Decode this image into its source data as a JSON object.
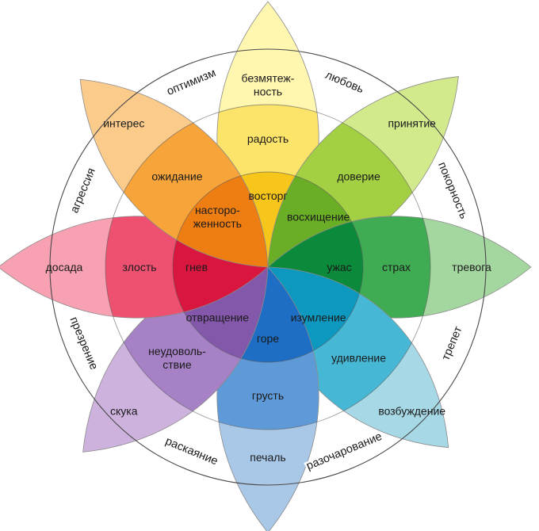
{
  "petals": [
    {
      "id": "joy",
      "outer": "безмятеж-|ность",
      "middle": "радость",
      "inner": "восторг",
      "colors": [
        "#fff6b0",
        "#fce46a",
        "#f6c61a"
      ]
    },
    {
      "id": "trust",
      "outer": "принятие",
      "middle": "доверие",
      "inner": "восхищение",
      "colors": [
        "#d3ea8c",
        "#a3d042",
        "#6aae26"
      ]
    },
    {
      "id": "fear",
      "outer": "тревога",
      "middle": "страх",
      "inner": "ужас",
      "colors": [
        "#a4d6a0",
        "#3fac54",
        "#0a8a3a"
      ]
    },
    {
      "id": "surprise",
      "outer": "возбуждение",
      "middle": "удивление",
      "inner": "изумление",
      "colors": [
        "#a6d8e6",
        "#46b8d6",
        "#0d98c0"
      ]
    },
    {
      "id": "sadness",
      "outer": "печаль",
      "middle": "грусть",
      "inner": "горе",
      "colors": [
        "#a9c8e8",
        "#5f9ad8",
        "#1d6ec4"
      ]
    },
    {
      "id": "disgust",
      "outer": "скука",
      "middle": "неудоволь-|ствие",
      "inner": "отвращение",
      "colors": [
        "#cdb2de",
        "#a681c6",
        "#8357aa"
      ]
    },
    {
      "id": "anger",
      "outer": "досада",
      "middle": "злость",
      "inner": "гнев",
      "colors": [
        "#f7a1b2",
        "#ee5070",
        "#d8163e"
      ]
    },
    {
      "id": "anticipation",
      "outer": "интерес",
      "middle": "ожидание",
      "inner": "насторо-|женность",
      "colors": [
        "#fbcb8c",
        "#f7a43a",
        "#ef7e12"
      ]
    }
  ],
  "dyads": [
    {
      "label": "любовь"
    },
    {
      "label": "покорность"
    },
    {
      "label": "трепет"
    },
    {
      "label": "разочарование"
    },
    {
      "label": "раскаяние"
    },
    {
      "label": "презрение"
    },
    {
      "label": "агрессия"
    },
    {
      "label": "оптимизм"
    }
  ]
}
